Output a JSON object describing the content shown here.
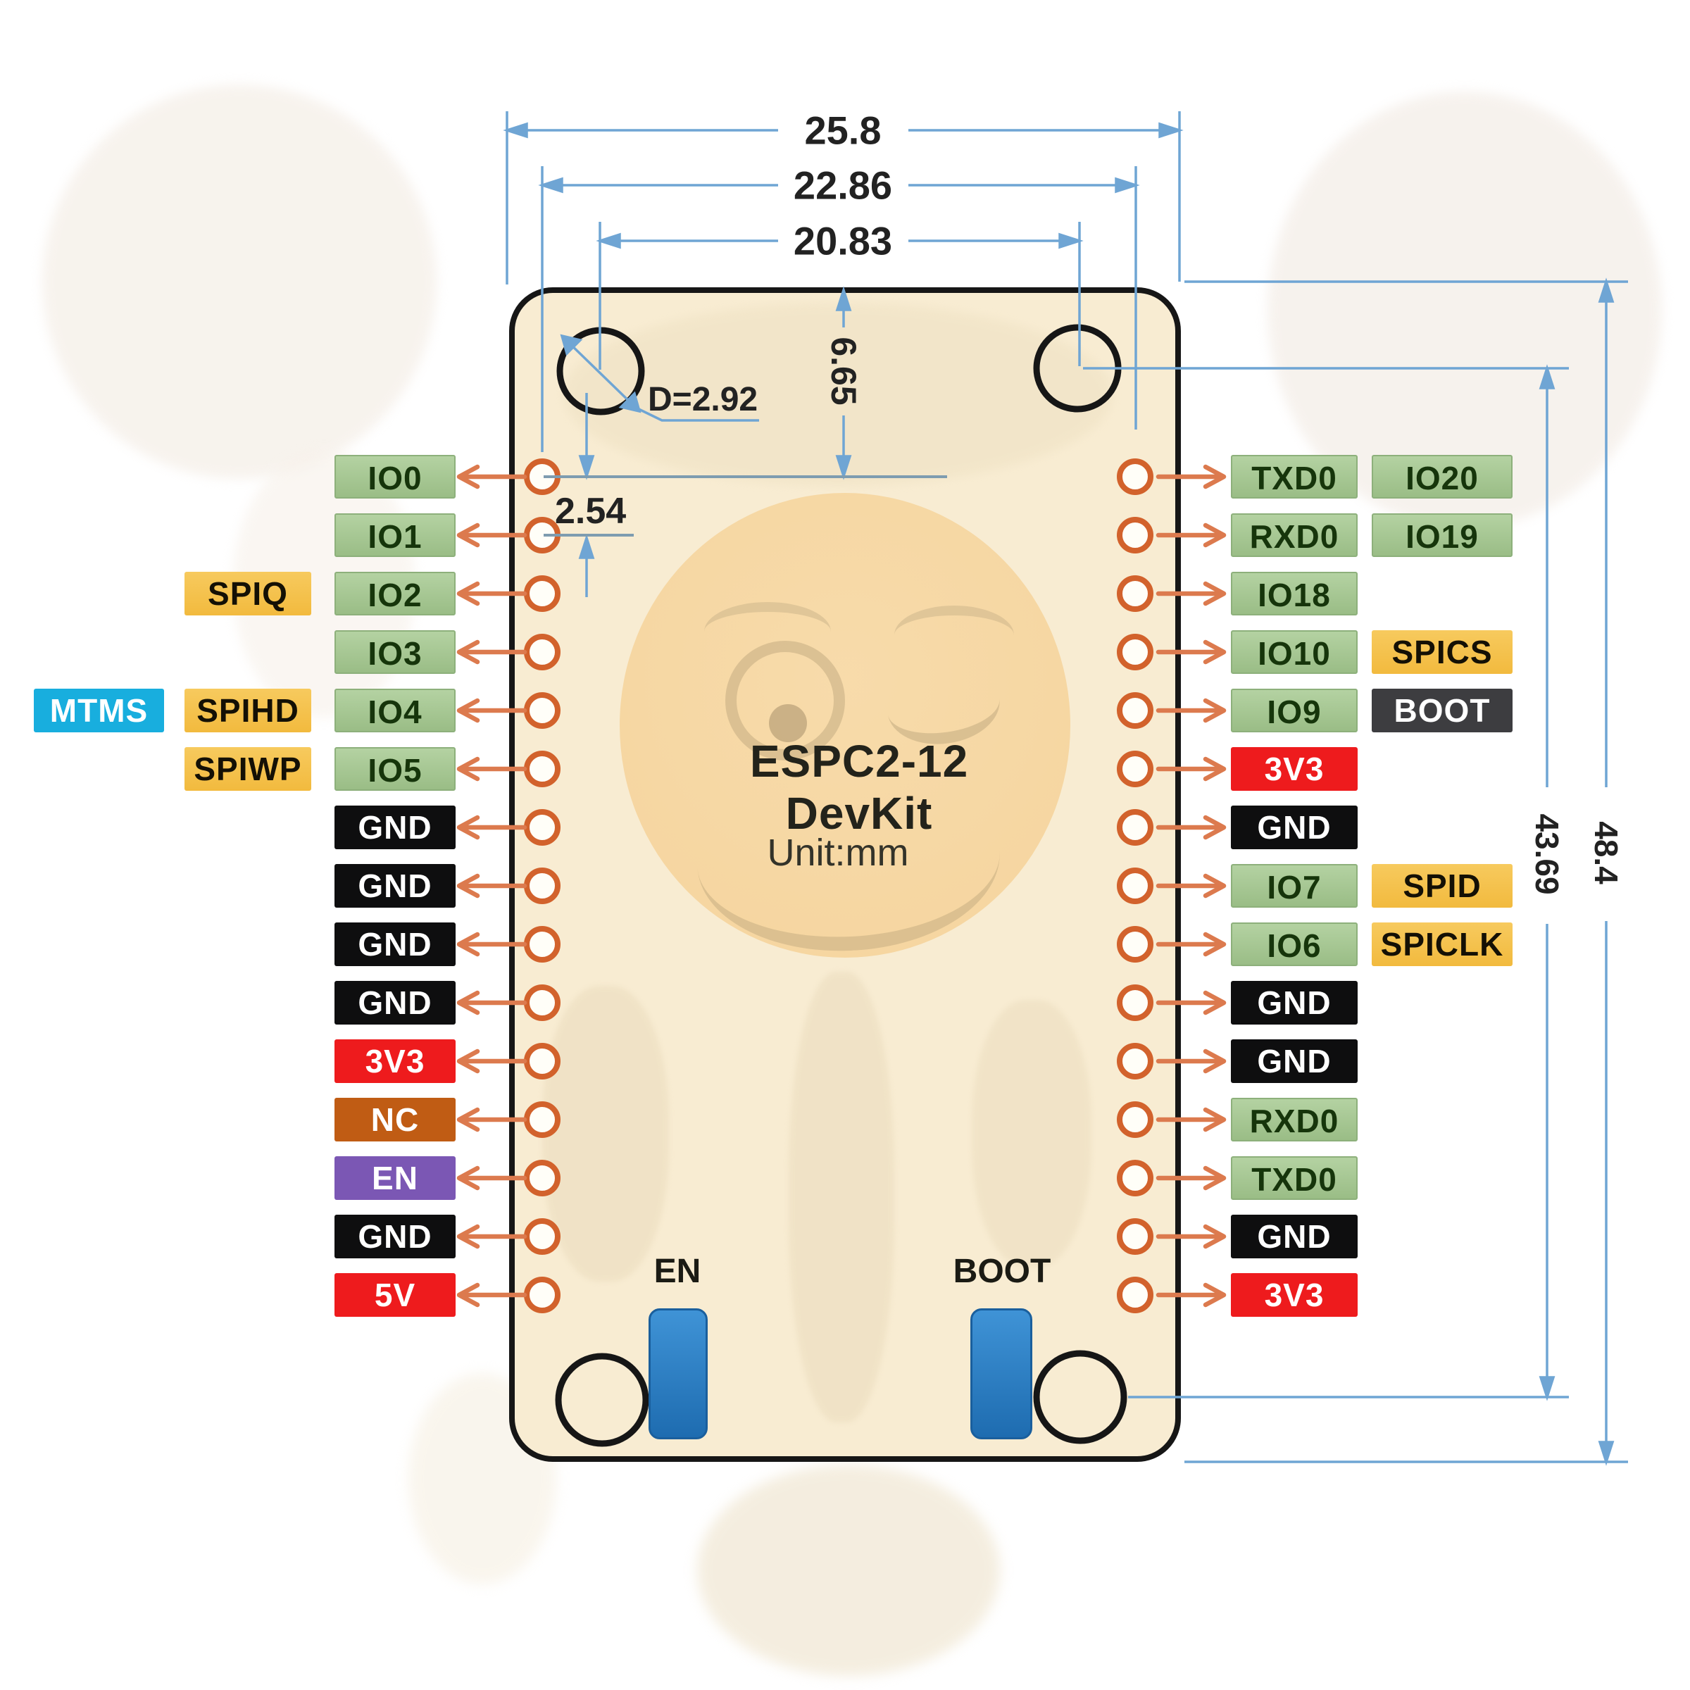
{
  "title": "ESPC2-12 DevKit",
  "unit_label": "Unit:mm",
  "dimensions": {
    "board_width": "25.8",
    "pin_row_width": "22.86",
    "mount_hole_spacing_x": "20.83",
    "top_edge_to_first_pin": "6.65",
    "pin_pitch": "2.54",
    "hole_diameter": "D=2.92",
    "mount_hole_spacing_y": "43.69",
    "board_height": "48.4"
  },
  "buttons": {
    "en_label": "EN",
    "boot_label": "BOOT"
  },
  "colors": {
    "green": "#a5c693",
    "yellow": "#f5c24b",
    "black": "#0e0e0f",
    "red": "#ee1b1d",
    "purple": "#7b57b4",
    "orange_nc": "#c05c14",
    "cyan": "#18aede",
    "dark": "#3d3d40",
    "pin_arrow": "#dc7a4e",
    "dimension_line": "#6fa5d4",
    "reference_line": "#7e9cb0",
    "board_fill": "#f8ecd2",
    "board_border": "#161616",
    "pin_hole_ring": "#d2622c",
    "button_blue": "#2b7cc4"
  },
  "pins": {
    "left": [
      {
        "label": "IO0",
        "type": "green",
        "extras": []
      },
      {
        "label": "IO1",
        "type": "green",
        "extras": []
      },
      {
        "label": "IO2",
        "type": "green",
        "extras": [
          {
            "label": "SPIQ",
            "type": "yellow"
          }
        ]
      },
      {
        "label": "IO3",
        "type": "green",
        "extras": []
      },
      {
        "label": "IO4",
        "type": "green",
        "extras": [
          {
            "label": "SPIHD",
            "type": "yellow"
          },
          {
            "label": "MTMS",
            "type": "cyan"
          }
        ]
      },
      {
        "label": "IO5",
        "type": "green",
        "extras": [
          {
            "label": "SPIWP",
            "type": "yellow"
          }
        ]
      },
      {
        "label": "GND",
        "type": "black",
        "extras": []
      },
      {
        "label": "GND",
        "type": "black",
        "extras": []
      },
      {
        "label": "GND",
        "type": "black",
        "extras": []
      },
      {
        "label": "GND",
        "type": "black",
        "extras": []
      },
      {
        "label": "3V3",
        "type": "red",
        "extras": []
      },
      {
        "label": "NC",
        "type": "orange",
        "extras": []
      },
      {
        "label": "EN",
        "type": "purple",
        "extras": []
      },
      {
        "label": "GND",
        "type": "black",
        "extras": []
      },
      {
        "label": "5V",
        "type": "red",
        "extras": []
      }
    ],
    "right": [
      {
        "label": "TXD0",
        "type": "green",
        "extras": [
          {
            "label": "IO20",
            "type": "green"
          }
        ]
      },
      {
        "label": "RXD0",
        "type": "green",
        "extras": [
          {
            "label": "IO19",
            "type": "green"
          }
        ]
      },
      {
        "label": "IO18",
        "type": "green",
        "extras": []
      },
      {
        "label": "IO10",
        "type": "green",
        "extras": [
          {
            "label": "SPICS",
            "type": "yellow"
          }
        ]
      },
      {
        "label": "IO9",
        "type": "green",
        "extras": [
          {
            "label": "BOOT",
            "type": "dark"
          }
        ]
      },
      {
        "label": "3V3",
        "type": "red",
        "extras": []
      },
      {
        "label": "GND",
        "type": "black",
        "extras": []
      },
      {
        "label": "IO7",
        "type": "green",
        "extras": [
          {
            "label": "SPID",
            "type": "yellow"
          }
        ]
      },
      {
        "label": "IO6",
        "type": "green",
        "extras": [
          {
            "label": "SPICLK",
            "type": "yellow"
          }
        ]
      },
      {
        "label": "GND",
        "type": "black",
        "extras": []
      },
      {
        "label": "GND",
        "type": "black",
        "extras": []
      },
      {
        "label": "RXD0",
        "type": "green",
        "extras": []
      },
      {
        "label": "TXD0",
        "type": "green",
        "extras": []
      },
      {
        "label": "GND",
        "type": "black",
        "extras": []
      },
      {
        "label": "3V3",
        "type": "red",
        "extras": []
      }
    ]
  }
}
